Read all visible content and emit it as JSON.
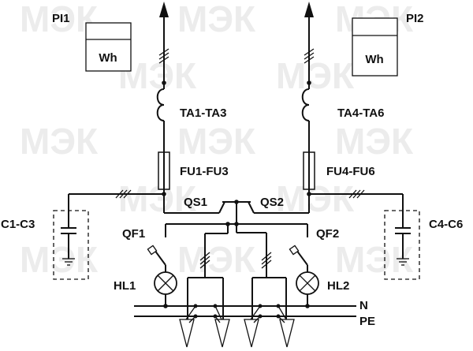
{
  "watermark": "МЭК",
  "meters": [
    {
      "tag": "PI1",
      "unit": "Wh"
    },
    {
      "tag": "PI2",
      "unit": "Wh"
    }
  ],
  "current_transformers": [
    "TA1-TA3",
    "TA4-TA6"
  ],
  "fuses": [
    "FU1-FU3",
    "FU4-FU6"
  ],
  "switches": [
    "QS1",
    "QS2"
  ],
  "breakers": [
    "QF1",
    "QF2"
  ],
  "indicator_lamps": [
    "HL1",
    "HL2"
  ],
  "capacitors": [
    "C1-C3",
    "C4-C6"
  ],
  "buses": {
    "neutral": "N",
    "protective_earth": "PE"
  }
}
